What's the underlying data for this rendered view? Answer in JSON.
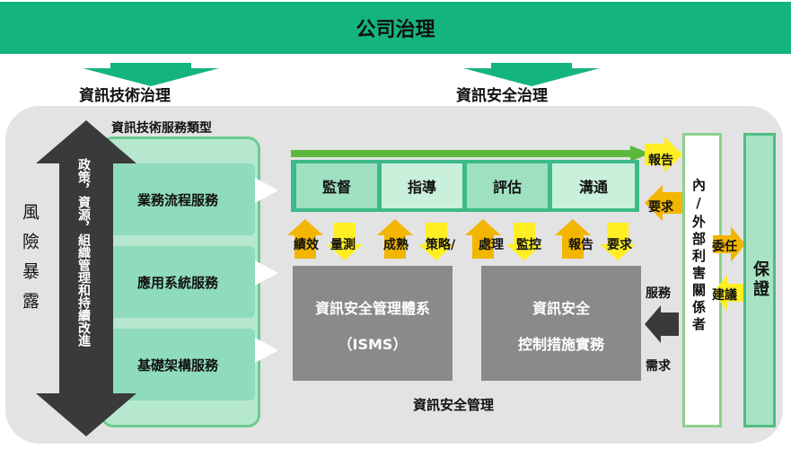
{
  "top_title": "公司治理",
  "it_governance": "資訊技術治理",
  "is_governance": "資訊安全治理",
  "service_types_title": "資訊技術服務類型",
  "risk_exposure": "風險暴露",
  "policy_text": "政策，資源，組織管理和持續改進",
  "services": [
    "業務流程服務",
    "應用系統服務",
    "基礎架構服務"
  ],
  "gov_functions": [
    "監督",
    "指導",
    "評估",
    "溝通"
  ],
  "middle_labels": [
    "績效",
    "量測",
    "成熟",
    "策略/",
    "處理",
    "監控",
    "報告",
    "要求"
  ],
  "isms_title": "資訊安全管理體系",
  "isms_abbr": "（ISMS）",
  "controls_line1": "資訊安全",
  "controls_line2": "控制措施實務",
  "is_management": "資訊安全管理",
  "report_label": "報告",
  "request_label": "要求",
  "service_label": "服務",
  "need_label": "需求",
  "stakeholders": "內/外部利害關係者",
  "delegate_label": "委任",
  "advise_label": "建議",
  "assurance": "保證",
  "colors": {
    "green_bar": "#14b47e",
    "teal_dark": "#3dba8a",
    "teal_light": "#b6e8d0",
    "arrow_gold": "#f2b600",
    "arrow_yellow": "#ffef22",
    "gray_box": "#8a8a8a",
    "dark_arrow": "#3a3a3a"
  }
}
